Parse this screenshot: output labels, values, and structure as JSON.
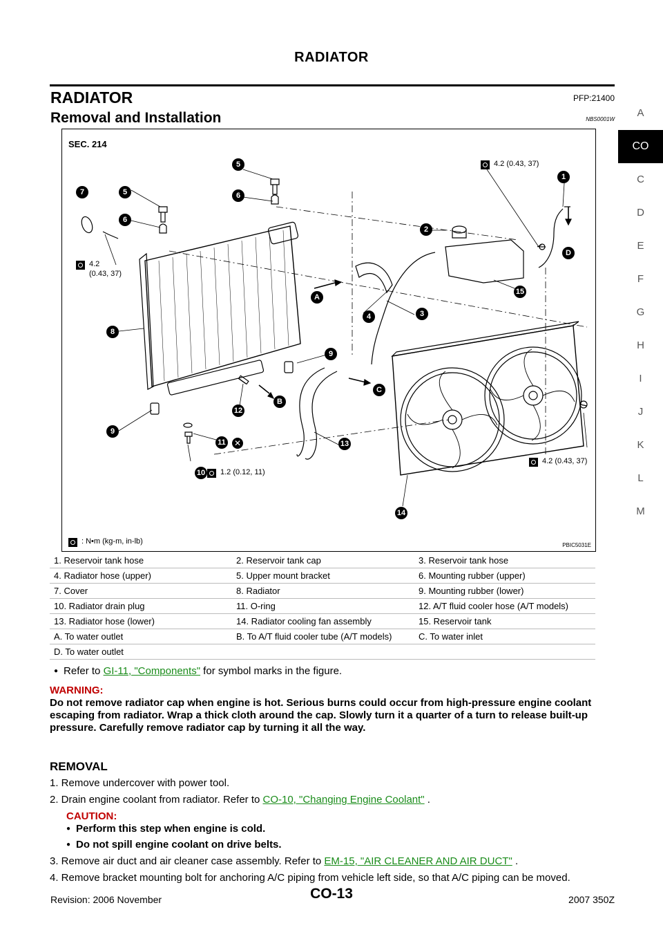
{
  "header": {
    "title": "RADIATOR"
  },
  "section": {
    "title": "RADIATOR",
    "pfp": "PFP:21400"
  },
  "subsection": {
    "title": "Removal and Installation",
    "ref": "NBS0001W"
  },
  "side_tabs": [
    "A",
    "CO",
    "C",
    "D",
    "E",
    "F",
    "G",
    "H",
    "I",
    "J",
    "K",
    "L",
    "M"
  ],
  "figure": {
    "sec": "SEC. 214",
    "code": "PBIC5031E",
    "unit_legend": ": N•m (kg-m, in-lb)",
    "torques": {
      "t1": "4.2 (0.43, 37)",
      "t2": "4.2\n(0.43, 37)",
      "t3": "1.2 (0.12, 11)",
      "t4": "4.2 (0.43, 37)"
    },
    "callouts": [
      "1",
      "2",
      "3",
      "4",
      "5",
      "5",
      "6",
      "6",
      "7",
      "8",
      "9",
      "9",
      "10",
      "11",
      "12",
      "13",
      "14",
      "15"
    ],
    "letters": [
      "A",
      "B",
      "C",
      "D"
    ]
  },
  "legend": [
    [
      "1.   Reservoir tank hose",
      "2.   Reservoir tank cap",
      "3.   Reservoir tank hose"
    ],
    [
      "4.   Radiator hose (upper)",
      "5.   Upper mount bracket",
      "6.   Mounting rubber (upper)"
    ],
    [
      "7.   Cover",
      "8.   Radiator",
      "9.   Mounting rubber (lower)"
    ],
    [
      "10.  Radiator drain plug",
      "11.  O-ring",
      "12.  A/T fluid cooler hose (A/T models)"
    ],
    [
      "13.  Radiator hose (lower)",
      "14.  Radiator cooling fan assembly",
      "15.  Reservoir tank"
    ],
    [
      "A.   To water outlet",
      "B.   To A/T fluid cooler tube (A/T models)",
      "C.   To water inlet"
    ],
    [
      "D.   To water outlet",
      "",
      ""
    ]
  ],
  "refer": {
    "pre": "Refer to ",
    "link": "GI-11, \"Components\"",
    "post": "  for symbol marks in the figure."
  },
  "warning": {
    "label": "WARNING:",
    "text": "Do not remove radiator cap when engine is hot. Serious burns could occur from high-pressure engine coolant escaping from radiator. Wrap a thick cloth around the cap. Slowly turn it a quarter of a turn to release built-up pressure. Carefully remove radiator cap by turning it all the way."
  },
  "removal": {
    "title": "REMOVAL",
    "step1": "1.  Remove undercover with power tool.",
    "step2_pre": "2.  Drain engine coolant from radiator. Refer to ",
    "step2_link": "CO-10, \"Changing Engine Coolant\"",
    "step2_post": " .",
    "caution_label": "CAUTION:",
    "caution1": "Perform this step when engine is cold.",
    "caution2": "Do not spill engine coolant on drive belts.",
    "step3_pre": "3.  Remove air duct and air cleaner case assembly. Refer to  ",
    "step3_link": "EM-15, \"AIR CLEANER AND AIR DUCT\"",
    "step3_post": " .",
    "step4": "4.  Remove bracket mounting bolt for anchoring A/C piping from vehicle left side, so that A/C piping can be moved."
  },
  "footer": {
    "revision": "Revision: 2006 November",
    "page": "CO-13",
    "model": "2007 350Z"
  }
}
